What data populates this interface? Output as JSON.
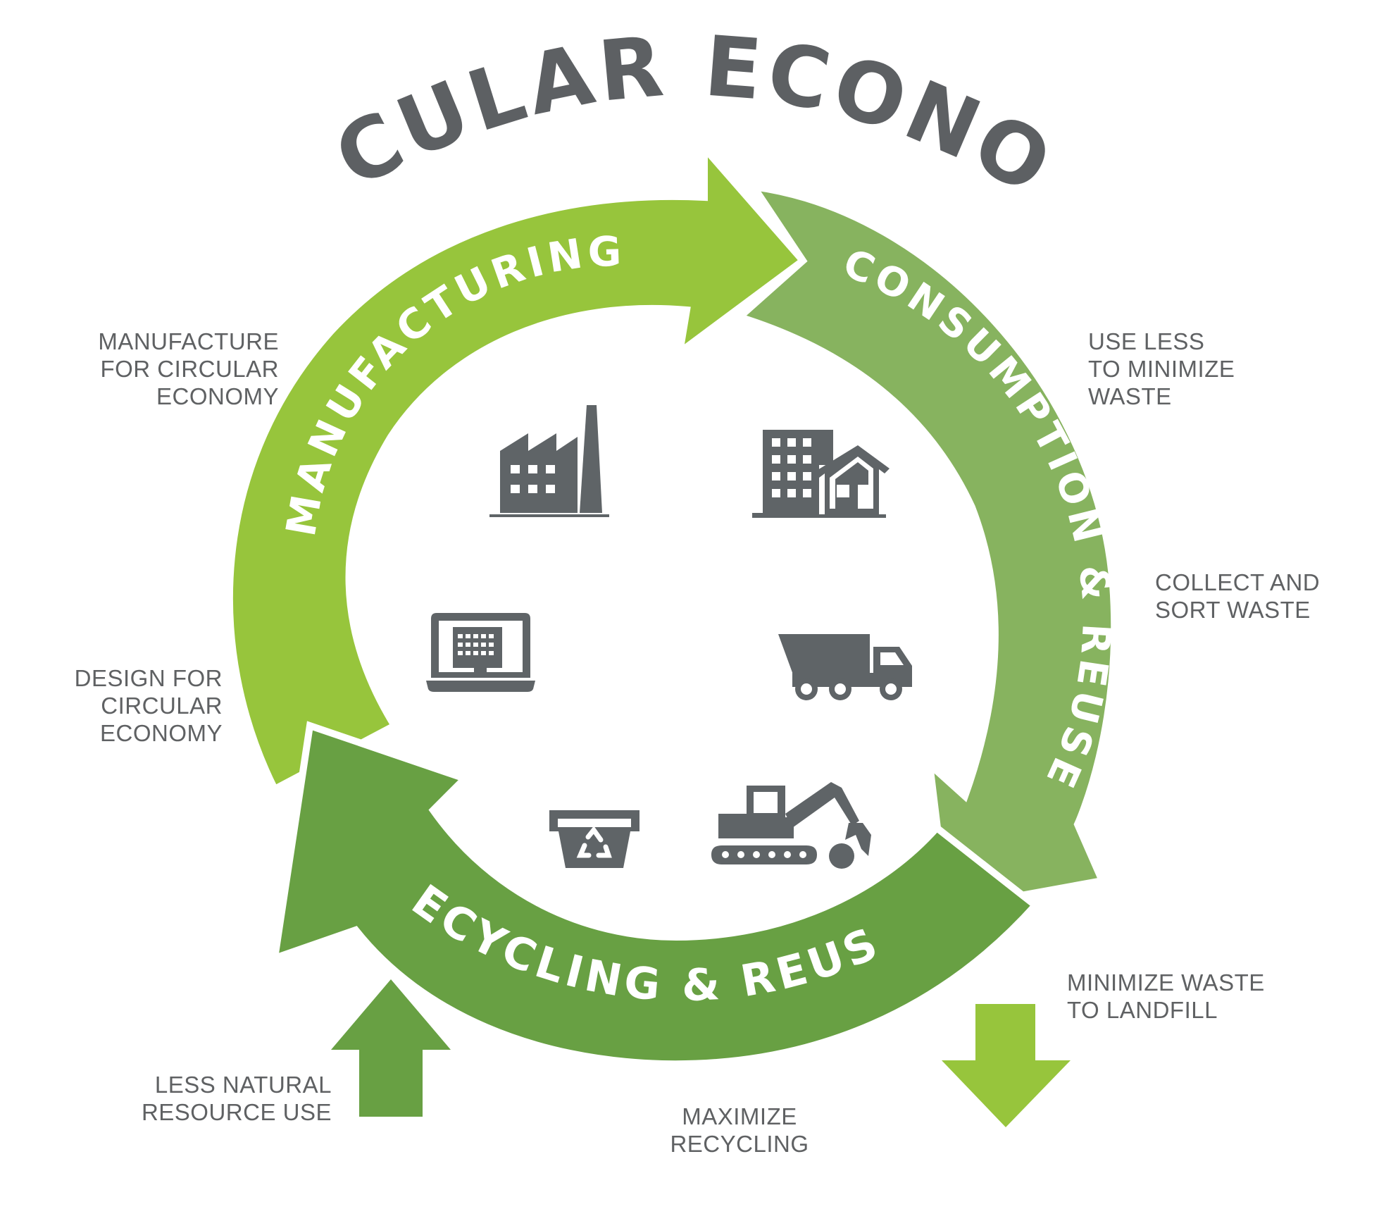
{
  "title": "CIRCULAR ECONOMY",
  "colors": {
    "manufacturing": "#97c53c",
    "consumption": "#87b35f",
    "recycling": "#68a043",
    "resource_arrow": "#68a043",
    "landfill_arrow": "#97c53c",
    "icon": "#5f6467",
    "text": "#5f6163"
  },
  "arcs": {
    "manufacturing": "MANUFACTURING",
    "consumption": "CONSUMPTION & REUSE",
    "recycling": "RECYCLING & REUSE"
  },
  "notes": {
    "manufacture": [
      "MANUFACTURE",
      "FOR CIRCULAR",
      "ECONOMY"
    ],
    "use_less": [
      "USE LESS",
      "TO MINIMIZE",
      "WASTE"
    ],
    "collect": [
      "COLLECT AND",
      "SORT WASTE"
    ],
    "design": [
      "DESIGN FOR",
      "CIRCULAR",
      "ECONOMY"
    ],
    "minimize_landfill": [
      "MINIMIZE WASTE",
      "TO LANDFILL"
    ],
    "less_resource": [
      "LESS NATURAL",
      "RESOURCE USE"
    ],
    "maximize": [
      "MAXIMIZE",
      "RECYCLING"
    ]
  },
  "icons": [
    "factory-icon",
    "buildings-house-icon",
    "laptop-design-icon",
    "truck-icon",
    "recycle-bin-icon",
    "excavator-icon"
  ]
}
